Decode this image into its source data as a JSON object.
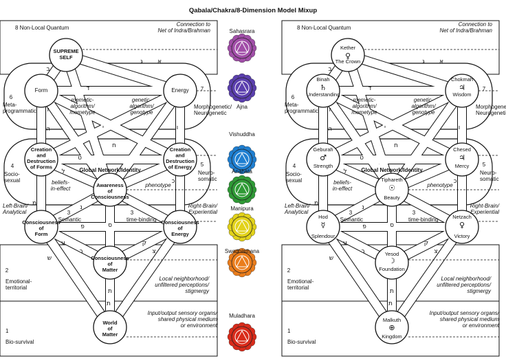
{
  "title": "Qabala/Chakra/8-Dimension Model Mixup",
  "colors": {
    "sahasrara": "#a14ea8",
    "ajna": "#5b3fae",
    "vishuddha": "#1f7fd1",
    "anahata": "#2f9a36",
    "manipura": "#e2d21a",
    "swadhisthana": "#ea7d1c",
    "muladhara": "#d92b1a"
  },
  "bands": {
    "b8": "8  Non-Local Quantum",
    "b8_note": [
      "Connection to",
      "Net of Indra/Brahman"
    ],
    "b7": "7",
    "b7_label": [
      "Morphogenetic/",
      "Neurogenetic"
    ],
    "b6": "6",
    "b6_label": [
      "Meta-",
      "programmatic"
    ],
    "b5": "5",
    "b5_label": [
      "Neuro-",
      "somatic"
    ],
    "b4": "4",
    "b4_label": [
      "Socio-",
      "sexual"
    ],
    "left_brain": [
      "Left-Brain/",
      "Analytical"
    ],
    "right_brain": [
      "Right-Brain/",
      "Experiential"
    ],
    "b3_left": "3",
    "b3_left_label": "Semantic",
    "b3_right": "3",
    "b3_right_label": "time-binding",
    "b2": "2",
    "b2_label": [
      "Emotional-",
      "territorial"
    ],
    "b2_note": [
      "Local neighborhood/",
      "unfiltered perceptions/",
      "stigmergy"
    ],
    "b1": "1",
    "b1_label": "Bio-survival",
    "b1_note": [
      "Input/output sensory organs/",
      "shared physical medium",
      "or environment"
    ]
  },
  "paths": {
    "global_network": "Global Network/Identity",
    "memetic": [
      "memetic-",
      "algorithm/",
      "memetype"
    ],
    "genetic": [
      "genetic-",
      "algorithm/",
      "genotype"
    ],
    "beliefs": [
      "beliefs-",
      "in-effect"
    ],
    "phenotype": "phenotype"
  },
  "left_nodes": {
    "crown": [
      "SUPREME",
      "SELF"
    ],
    "form": "Form",
    "energy": "Energy",
    "cdf": [
      "Creation",
      "and",
      "Destruction",
      "of Forms"
    ],
    "cde": [
      "Creation",
      "and",
      "Destruction",
      "of Energy"
    ],
    "awareness": [
      "Awareness",
      "of",
      "Consciousness"
    ],
    "cof": [
      "Consciousness",
      "of",
      "Form"
    ],
    "coe": [
      "Consciousness",
      "of",
      "Energy"
    ],
    "com": [
      "Consciousness",
      "of",
      "Matter"
    ],
    "wom": [
      "World",
      "of",
      "Matter"
    ]
  },
  "right_nodes": {
    "kether": [
      "Kether",
      "The Crown"
    ],
    "binah": [
      "Binah",
      "Understanding"
    ],
    "chokmah": [
      "Chokmah",
      "Wisdom"
    ],
    "geburah": [
      "Geburah",
      "Strength"
    ],
    "chesed": [
      "Chesed",
      "Mercy"
    ],
    "tiphareth": [
      "Tiphareth",
      "Beauty"
    ],
    "hod": [
      "Hod",
      "Splendour"
    ],
    "netzach": [
      "Netzach",
      "Victory"
    ],
    "yesod": [
      "Yesod",
      "Foundation"
    ],
    "malkuth": [
      "Malkuth",
      "Kingdom"
    ]
  },
  "chakras": [
    {
      "name": "Sahasrara",
      "color": "#a14ea8"
    },
    {
      "name": "Ajna",
      "color": "#5b3fae"
    },
    {
      "name": "Vishuddha",
      "color": "#1f7fd1"
    },
    {
      "name": "Anahata",
      "color": "#2f9a36"
    },
    {
      "name": "Manipura",
      "color": "#e2d21a"
    },
    {
      "name": "Swadhisthana",
      "color": "#ea7d1c"
    },
    {
      "name": "Muladhara",
      "color": "#d92b1a"
    }
  ]
}
